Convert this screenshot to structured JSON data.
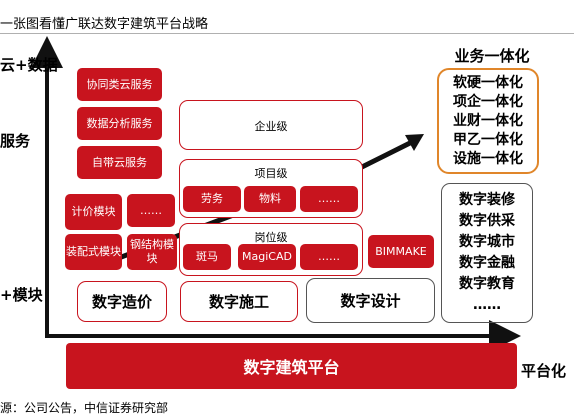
{
  "title": "一张图看懂广联达数字建筑平台战略",
  "source": "源：公司公告，中信证券研究部",
  "axis": {
    "y_top": "云+数据",
    "y_mid": "服务",
    "y_bottom": "+模块",
    "x_right": "平台化"
  },
  "cloud_services": [
    "协同类云服务",
    "数据分析服务",
    "自带云服务"
  ],
  "modules": [
    "计价模块",
    "……",
    "装配式模块",
    "钢结构模块"
  ],
  "levels": {
    "enterprise": "企业级",
    "project": "项目级",
    "project_items": [
      "劳务",
      "物料",
      "……"
    ],
    "post": "岗位级",
    "post_items": [
      "斑马",
      "MagiCAD",
      "……"
    ],
    "bimmake": "BIMMAKE"
  },
  "products": [
    "数字造价",
    "数字施工",
    "数字设计"
  ],
  "business": {
    "title": "业务一体化",
    "items": [
      "软硬一体化",
      "项企一体化",
      "业财一体化",
      "甲乙一体化",
      "设施一体化"
    ]
  },
  "digital_list": [
    "数字装修",
    "数字供采",
    "数字城市",
    "数字金融",
    "数字教育",
    "……"
  ],
  "platform": "数字建筑平台",
  "colors": {
    "accent": "#c8141e",
    "orange": "#e0862a"
  }
}
